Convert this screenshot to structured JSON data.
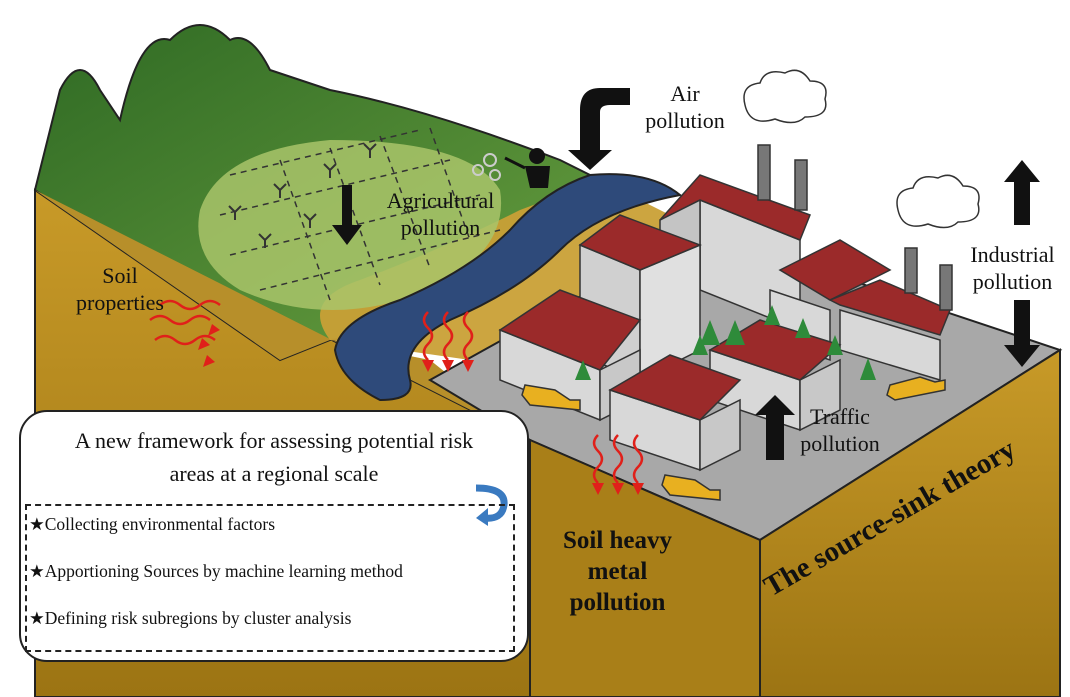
{
  "labels": {
    "air_pollution": "Air\npollution",
    "agricultural_pollution": "Agricultural\npollution",
    "soil_properties": "Soil\nproperties",
    "industrial_pollution": "Industrial\npollution",
    "traffic_pollution": "Traffic\npollution",
    "soil_heavy_metal_pollution": "Soil heavy\nmetal\npollution",
    "source_sink_theory": "The source-sink theory"
  },
  "framework": {
    "title": "A new framework for assessing potential risk\nareas at a regional scale",
    "steps": [
      "★Collecting environmental factors",
      "★Apportioning Sources by machine learning method",
      "★Defining risk subregions by cluster analysis"
    ]
  },
  "colors": {
    "mountain": "#3f7a2e",
    "field": "#a9c46a",
    "soil": "#b98a1c",
    "river": "#2e4a7a",
    "roof": "#9b2a2a",
    "building": "#d8d8d8",
    "heat_arrow": "#e0201a",
    "car": "#e8b020"
  },
  "icons": [
    "cloud-icon",
    "tree-icon",
    "car-icon",
    "farmer-icon",
    "chimney-icon",
    "curved-arrow-icon"
  ]
}
